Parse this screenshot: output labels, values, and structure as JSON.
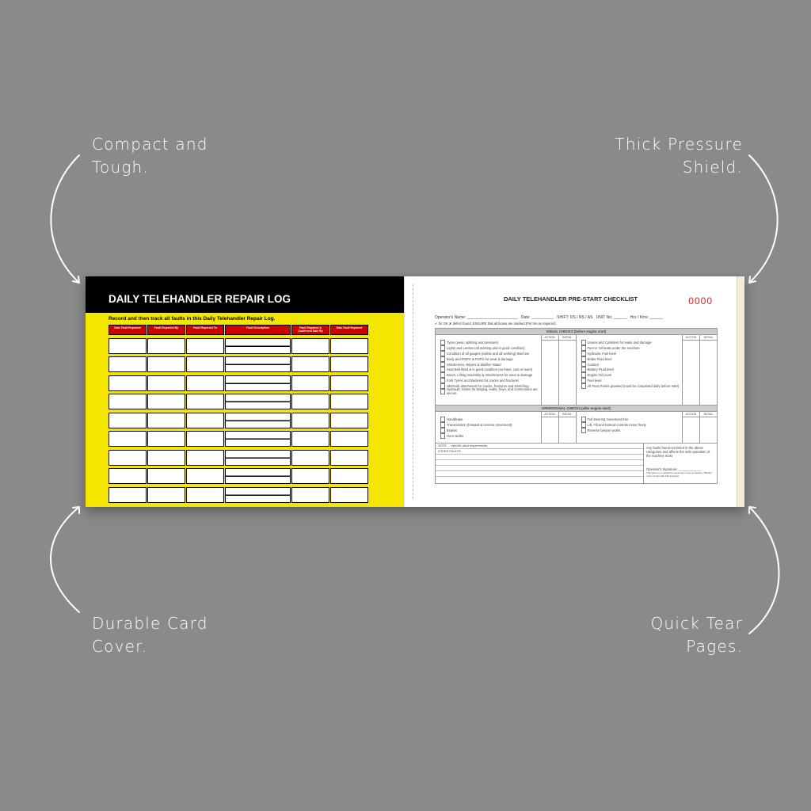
{
  "captions": {
    "top_left": [
      "Compact and",
      "Tough."
    ],
    "top_right": [
      "Thick Pressure",
      "Shield."
    ],
    "bottom_left": [
      "Durable Card",
      "Cover."
    ],
    "bottom_right": [
      "Quick Tear",
      "Pages."
    ]
  },
  "left_page": {
    "title": "DAILY TELEHANDLER REPAIR LOG",
    "subtitle": "Record and then track all faults in this Daily Telehandler Repair Log.",
    "columns": [
      "Date Fault Reported",
      "Fault Reported By",
      "Fault Reported To",
      "Fault Description",
      "Fault Repaired & Confirmed Safe By",
      "Date Fault Repaired"
    ],
    "row_count": 9,
    "accent": "#d10000",
    "cover_color": "#f5e600"
  },
  "right_page": {
    "title": "DAILY TELEHANDLER PRE-START CHECKLIST",
    "number": "0000",
    "info_line": "Operator's Name: _______________________   Date: __________   SHIFT: DS / NS / AS   UNIT No: ______   Hrs / Kms: ______",
    "legend": "✔ for OK  ✘ defect found. ENSURE that all boxes are marked.(Put NA as required)",
    "visual_title": "VISUAL CHECKS (before engine start)",
    "action": "ACTION",
    "initial": "INITIAL",
    "visual_left": [
      "Tyres (wear, splitting and pressure)",
      "Lights and Lenses (all working and in good condition)",
      "Condition of all gauges (visible and all working) Machine",
      "Body and ROPS & FOPS for wear & damage",
      "Windscreen, Wipers & Washer Water",
      "Seat Belt fitted & in good condition (no frays, cuts or tears)",
      "Boom, Lifting Assembly & Attachments for wear & damage",
      "Fork Tynes and Backrest for cracks and fractures",
      "Jib/Hook attachment for cracks, fractures and stretching",
      "Hydraulic Hoses for bulging, leaks, frays, and connections are secure"
    ],
    "visual_right": [
      "Unions and Cylinders for leaks and damage",
      "Fuel or Oil leaks under the machine",
      "Hydraulic Fuel level",
      "Brake Fluid level",
      "Coolant",
      "Battery Fluid level",
      "Engine Oil Level",
      "Fuel level",
      "All Pivot Points greased (must be completed daily before start)"
    ],
    "operational_title": "OPERATIONAL CHECKS (after engine start)",
    "operational_left": [
      "Handbrake",
      "Transmission (forward & reverse movement)",
      "Brakes",
      "Horn works"
    ],
    "operational_right": [
      "Full steering movement free",
      "Lift, Tilt and Extend controls move freely",
      "Reverse beeper works"
    ],
    "note": "NOTE: ... specific plant requirements.",
    "other_faults": "OTHER FAULTS:",
    "side_note": "Any faults found not listed in the above categories and affects the safe operation of the machine must",
    "signature": "Operator's Signature: ____________",
    "fine_print": "This sheet is to passed to supervisor once completed. *Basket must comply with AM standard"
  }
}
